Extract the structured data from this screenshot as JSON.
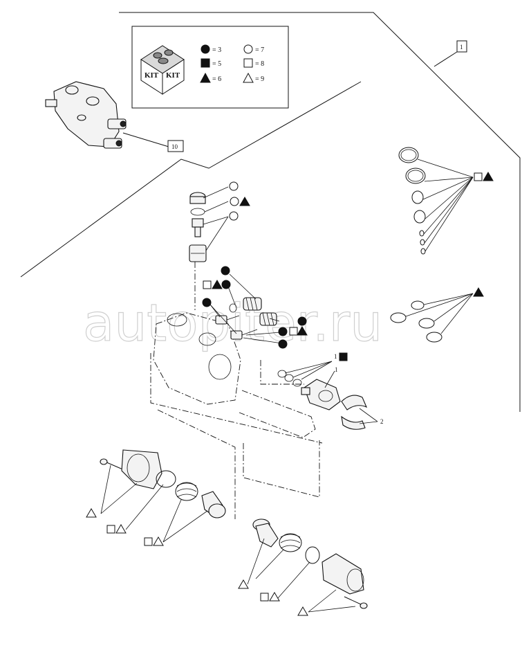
{
  "legend": {
    "kit_label": "KIT",
    "entries": [
      {
        "shape": "circle",
        "filled": true,
        "value": "= 3"
      },
      {
        "shape": "square",
        "filled": true,
        "value": "= 5"
      },
      {
        "shape": "triangle",
        "filled": true,
        "value": "= 6"
      },
      {
        "shape": "circle",
        "filled": false,
        "value": "= 7"
      },
      {
        "shape": "square",
        "filled": false,
        "value": "= 8"
      },
      {
        "shape": "triangle",
        "filled": false,
        "value": "= 9"
      }
    ]
  },
  "refs": {
    "box_top": "1",
    "box_valve": "10",
    "seal_top": "1",
    "cartridge": "1",
    "clip": "2"
  },
  "watermark": "autopiter.ru",
  "colors": {
    "ink": "#111111",
    "watermark": "#cfcfcf"
  }
}
